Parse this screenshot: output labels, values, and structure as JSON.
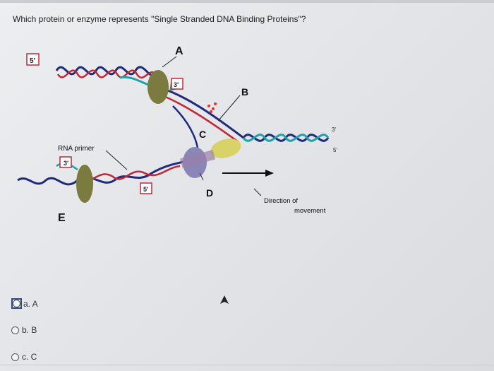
{
  "question": {
    "text": "Which protein or enzyme represents \"Single Stranded DNA Binding Proteins\"?"
  },
  "figure": {
    "labels": {
      "five_prime_top": "5'",
      "three_prime_top": "3'",
      "A": "A",
      "B": "B",
      "C": "C",
      "D": "D",
      "E": "E",
      "rna_primer": "RNA primer",
      "rna_primer_3": "3'",
      "five_prime_lower": "5'",
      "three_prime_right": "3'",
      "five_prime_right": "5'",
      "direction_line1": "Direction of",
      "direction_line2": "movement"
    },
    "colors": {
      "strand_dark": "#1f2a7a",
      "strand_teal": "#23a0a6",
      "strand_red": "#c0283a",
      "protein_olive": "#7b7a3f",
      "ssb_yellow": "#d9d266",
      "clamp_lavender": "#8a86b8"
    }
  },
  "options": [
    {
      "label": "a. A",
      "selected": false,
      "focused": true
    },
    {
      "label": "b. B",
      "selected": false
    },
    {
      "label": "c. C",
      "selected": false
    }
  ]
}
